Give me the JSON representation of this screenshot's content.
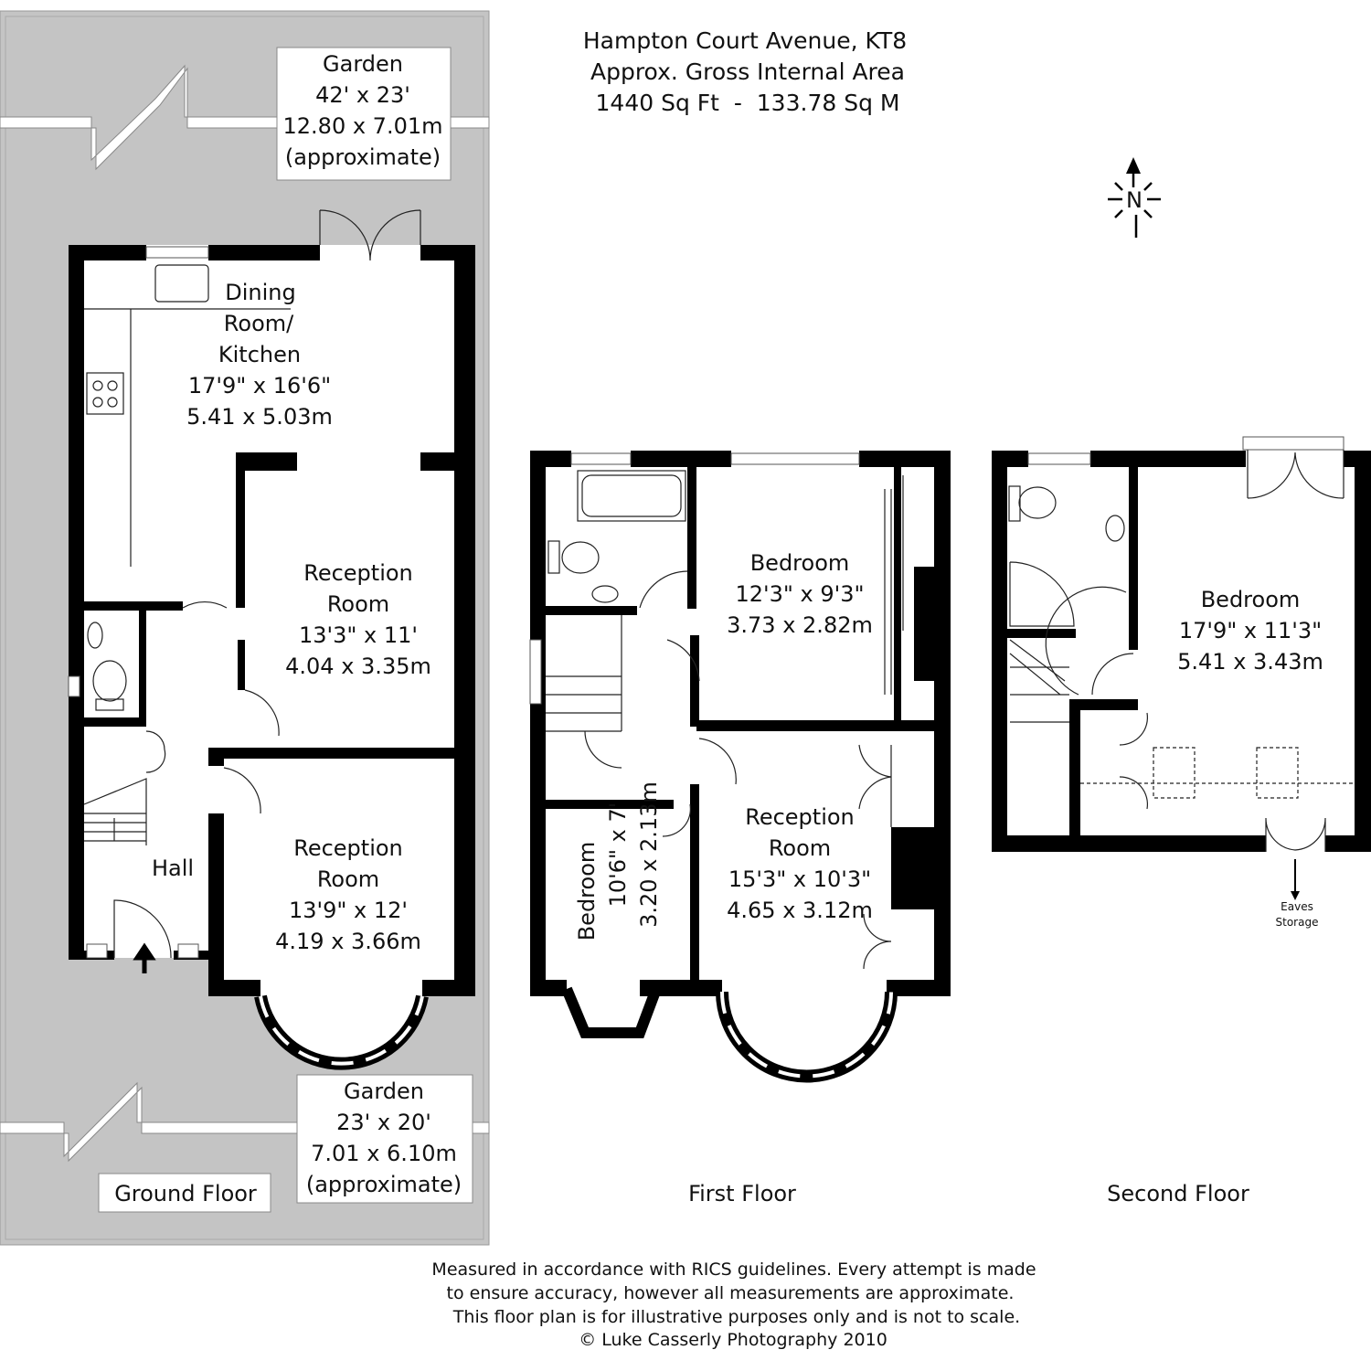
{
  "header": {
    "address": "Hampton Court Avenue, KT8",
    "area_label": "Approx. Gross Internal Area",
    "area_value": "1440 Sq Ft  -  133.78 Sq M"
  },
  "compass": {
    "label": "N"
  },
  "colors": {
    "garden": "#c4c4c4",
    "wall": "#000000"
  },
  "ground_floor": {
    "title": "Ground Floor",
    "garden_rear": {
      "name": "Garden",
      "imperial": "42' x 23'",
      "metric": "12.80 x 7.01m",
      "note": "(approximate)"
    },
    "garden_front": {
      "name": "Garden",
      "imperial": "23' x 20'",
      "metric": "7.01 x 6.10m",
      "note": "(approximate)"
    },
    "kitchen": {
      "line1": "Dining",
      "line2": "Room/",
      "line3": "Kitchen",
      "imperial": "17'9\" x 16'6\"",
      "metric": "5.41 x 5.03m"
    },
    "reception_rear": {
      "line1": "Reception",
      "line2": "Room",
      "imperial": "13'3\" x 11'",
      "metric": "4.04 x 3.35m"
    },
    "reception_front": {
      "line1": "Reception",
      "line2": "Room",
      "imperial": "13'9\" x 12'",
      "metric": "4.19 x 3.66m"
    },
    "hall": {
      "name": "Hall"
    }
  },
  "first_floor": {
    "title": "First Floor",
    "bedroom_rear": {
      "name": "Bedroom",
      "imperial": "12'3\" x 9'3\"",
      "metric": "3.73 x 2.82m"
    },
    "reception": {
      "line1": "Reception",
      "line2": "Room",
      "imperial": "15'3\" x 10'3\"",
      "metric": "4.65 x 3.12m"
    },
    "bedroom_small": {
      "name": "Bedroom",
      "imperial": "10'6\" x 7'",
      "metric": "3.20 x 2.13m"
    }
  },
  "second_floor": {
    "title": "Second Floor",
    "bedroom": {
      "name": "Bedroom",
      "imperial": "17'9\" x 11'3\"",
      "metric": "5.41 x 3.43m"
    },
    "eaves": {
      "line1": "Eaves",
      "line2": "Storage"
    }
  },
  "footer": {
    "line1": "Measured in accordance with RICS guidelines. Every attempt is made",
    "line2": "to ensure accuracy, however all measurements are approximate.",
    "line3": "This floor plan is for illustrative purposes only and is not to scale.",
    "line4": "© Luke Casserly Photography 2010"
  }
}
